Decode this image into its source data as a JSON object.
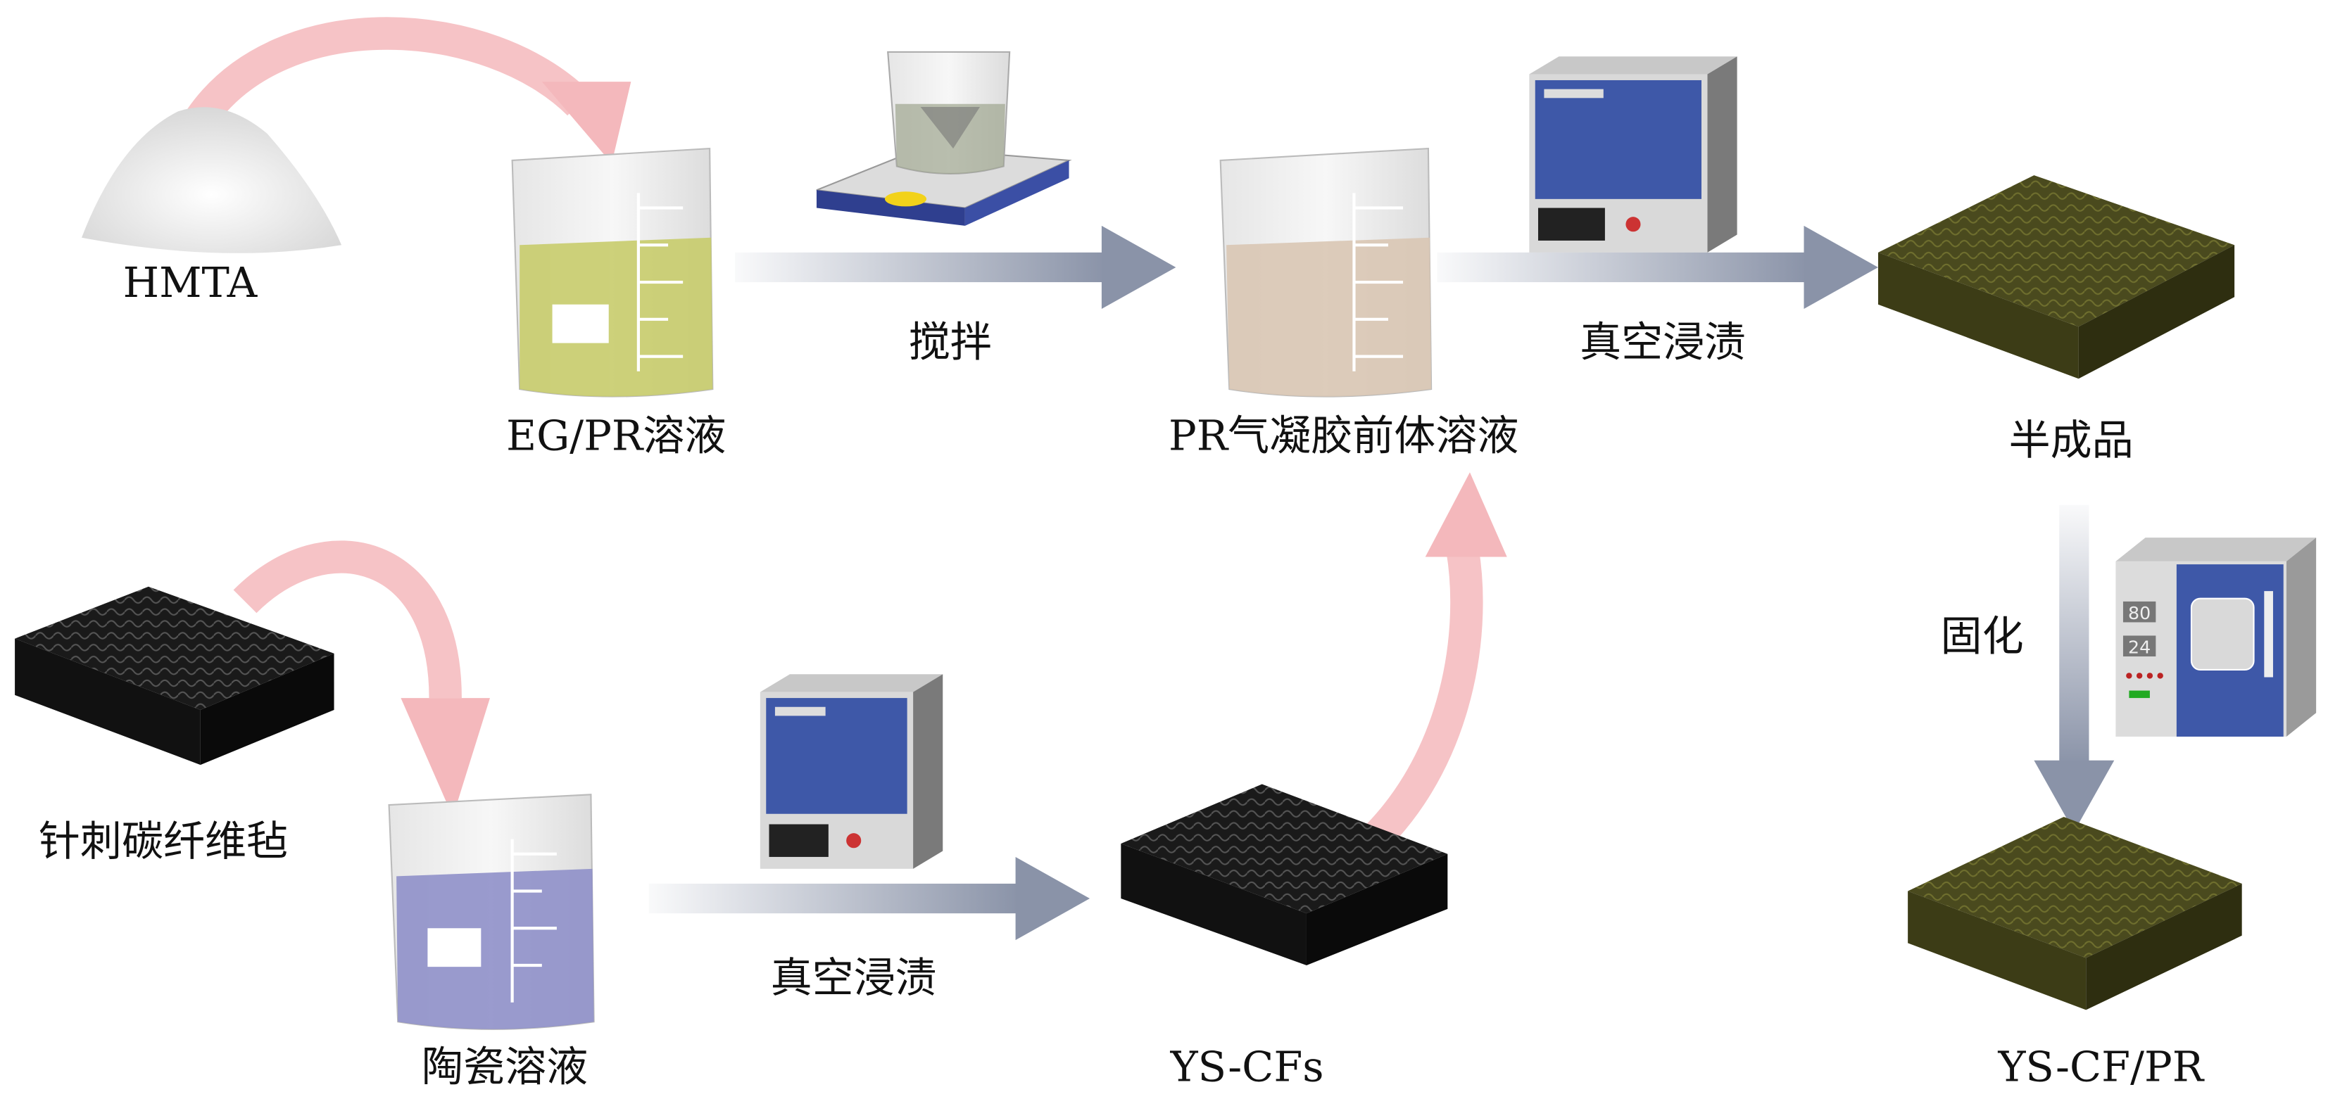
{
  "labels": {
    "hmta": "HMTA",
    "eg_pr_solution": "EG/PR溶液",
    "stirring": "搅拌",
    "pr_aerogel_precursor": "PR气凝胶前体溶液",
    "vacuum_impregnation_top": "真空浸渍",
    "semi_product": "半成品",
    "curing": "固化",
    "needled_carbon_felt": "针刺碳纤维毡",
    "vacuum_impregnation_bottom": "真空浸渍",
    "ceramic_solution": "陶瓷溶液",
    "ys_cfs": "YS-CFs",
    "ys_cf_pr": "YS-CF/PR"
  },
  "oven_display": {
    "temperature": "80",
    "time": "24"
  },
  "colors": {
    "process_arrow": "#8a93a8",
    "transfer_arrow": "#f4b8bc",
    "eg_pr_liquid": "#c8cc6c",
    "precursor_liquid": "#d9c6b4",
    "ceramic_liquid": "#8f90c9",
    "carbon_felt": "#1a1a1a",
    "impregnated_felt": "#4a4a1e",
    "oven_blue": "#3e58a8"
  }
}
